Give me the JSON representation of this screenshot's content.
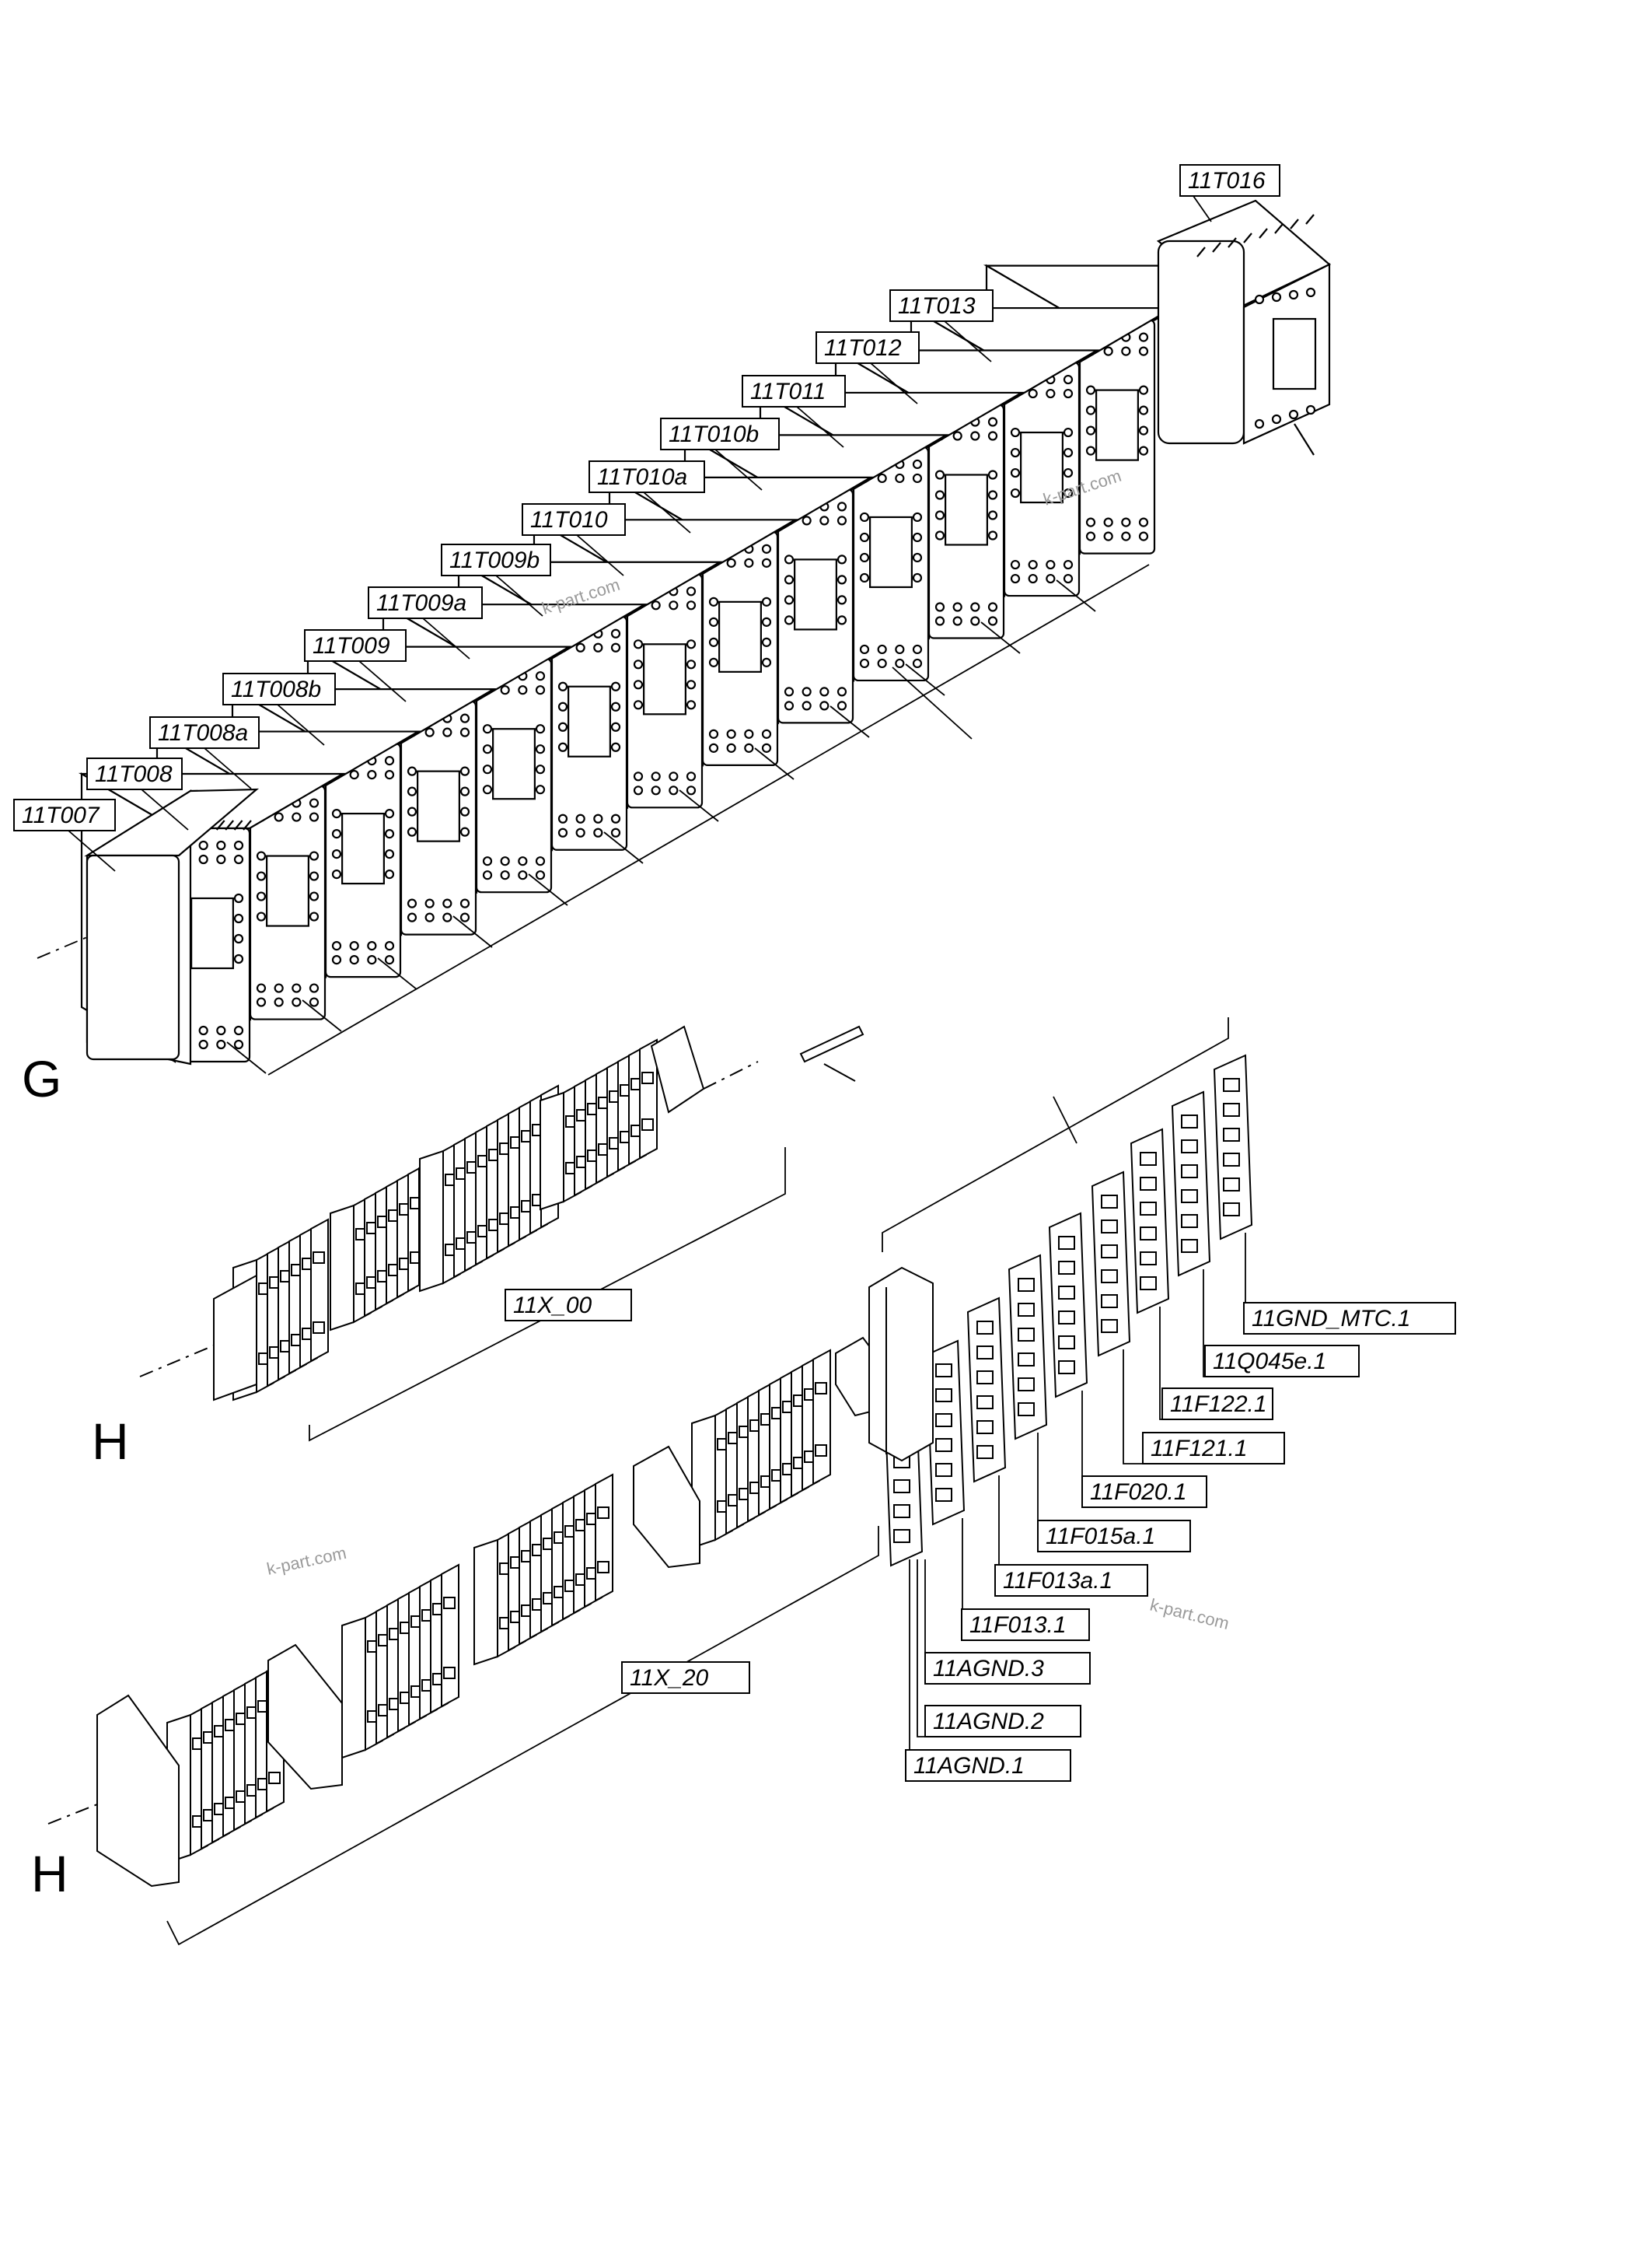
{
  "diagram": {
    "module_labels": [
      "11T007",
      "11T008",
      "11T008a",
      "11T008b",
      "11T009",
      "11T009a",
      "11T009b",
      "11T010",
      "11T010a",
      "11T010b",
      "11T011",
      "11T012",
      "11T013"
    ],
    "separate_module_label": "11T016",
    "section_labels": {
      "g": "G",
      "h1": "H",
      "h2": "H"
    },
    "rail_labels": {
      "rail1": "11X_00",
      "rail2": "11X_20"
    },
    "terminal_labels": [
      "11GND_MTC.1",
      "11Q045e.1",
      "11F122.1",
      "11F121.1",
      "11F020.1",
      "11F015a.1",
      "11F013a.1",
      "11F013.1",
      "11AGND.3",
      "11AGND.2",
      "11AGND.1"
    ],
    "watermark": "k-part.com"
  }
}
